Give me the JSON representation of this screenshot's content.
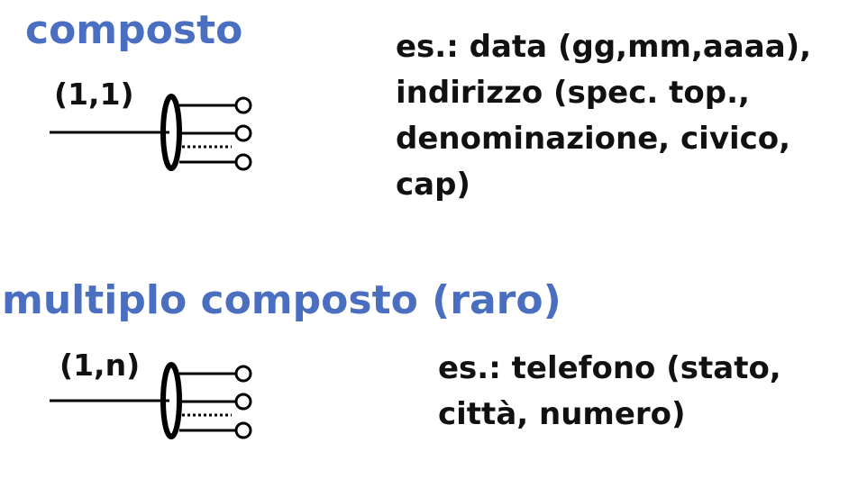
{
  "sections": [
    {
      "heading": "composto",
      "cardinality": "(1,1)",
      "example_lines": [
        "es.: data (gg,mm,aaaa),",
        "indirizzo (spec. top.,",
        "denominazione, civico,",
        "cap)"
      ]
    },
    {
      "heading": "multiplo composto (raro)",
      "cardinality": "(1,n)",
      "example_lines": [
        "es.: telefono (stato,",
        "città, numero)"
      ]
    }
  ],
  "colors": {
    "heading": "#4a6ec0",
    "text": "#111111"
  }
}
